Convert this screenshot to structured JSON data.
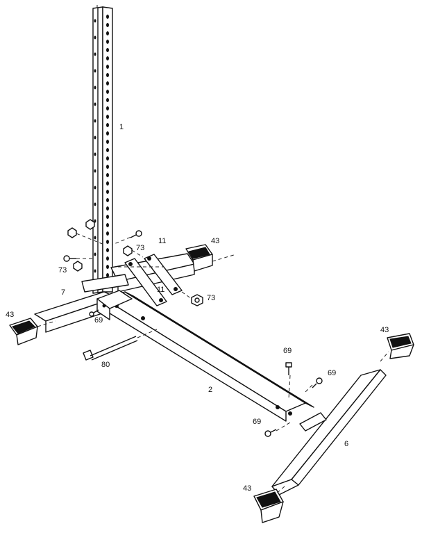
{
  "labels": {
    "upright": "1",
    "base_tube": "2",
    "rear_crossbar": "6",
    "front_crossbar": "7",
    "brace_upper": "11",
    "brace_lower": "11",
    "end_cap_back": "43",
    "end_cap_left": "43",
    "end_cap_right": "43",
    "end_cap_front": "43",
    "bolt_a": "69",
    "bolt_b": "69",
    "bolt_c": "69",
    "bolt_d": "69",
    "nut_a": "73",
    "nut_b": "73",
    "nut_c": "73",
    "long_bolt": "80"
  }
}
